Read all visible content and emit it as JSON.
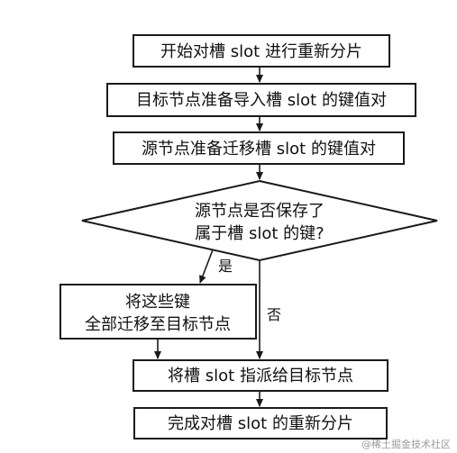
{
  "nodes": {
    "start": "开始对槽 slot 进行重新分片",
    "target_import": "目标节点准备导入槽 slot 的键值对",
    "source_migrate": "源节点准备迁移槽 slot 的键值对",
    "decision_line1": "源节点是否保存了",
    "decision_line2": "属于槽 slot 的键?",
    "migrate_keys_line1": "将这些键",
    "migrate_keys_line2": "全部迁移至目标节点",
    "assign_slot": "将槽 slot 指派给目标节点",
    "finish": "完成对槽 slot 的重新分片"
  },
  "edges": {
    "yes_label": "是",
    "no_label": "否"
  },
  "watermark": "@稀土掘金技术社区"
}
